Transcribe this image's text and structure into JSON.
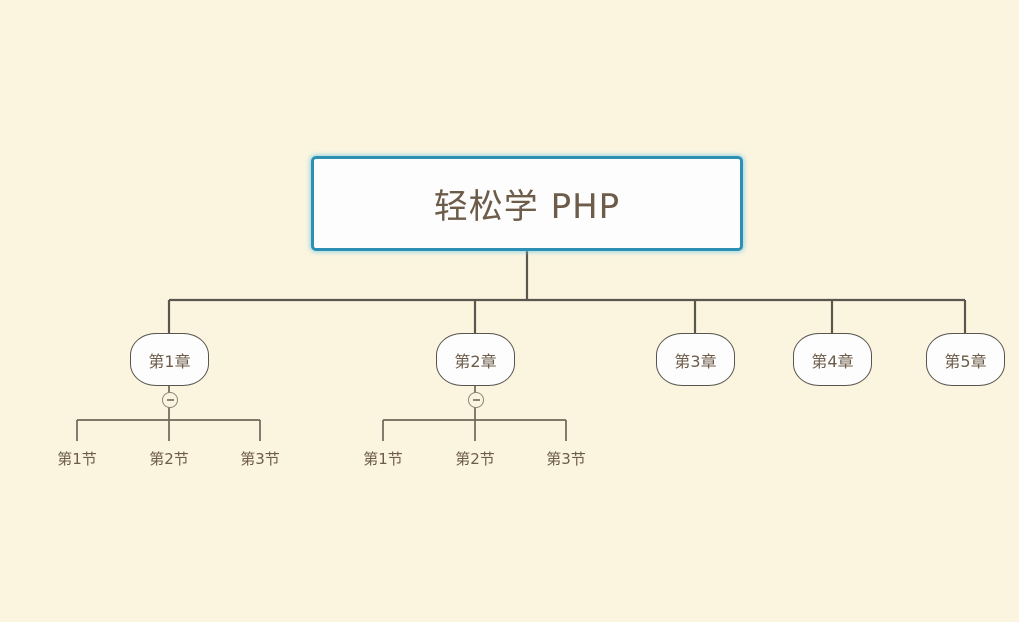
{
  "diagram": {
    "type": "mindmap-tree",
    "background_color": "#fbf5df",
    "line_color": "#595650",
    "text_color": "#6c5c49",
    "root_border_color": "#2e8fb5",
    "root": {
      "label": "轻松学 PHP"
    },
    "chapters": [
      {
        "label": "第1章",
        "collapse_icon": "minus-circle-icon",
        "expanded": true,
        "sections": [
          {
            "label": "第1节"
          },
          {
            "label": "第2节"
          },
          {
            "label": "第3节"
          }
        ]
      },
      {
        "label": "第2章",
        "collapse_icon": "minus-circle-icon",
        "expanded": true,
        "sections": [
          {
            "label": "第1节"
          },
          {
            "label": "第2节"
          },
          {
            "label": "第3节"
          }
        ]
      },
      {
        "label": "第3章",
        "sections": []
      },
      {
        "label": "第4章",
        "sections": []
      },
      {
        "label": "第5章",
        "sections": []
      }
    ]
  }
}
